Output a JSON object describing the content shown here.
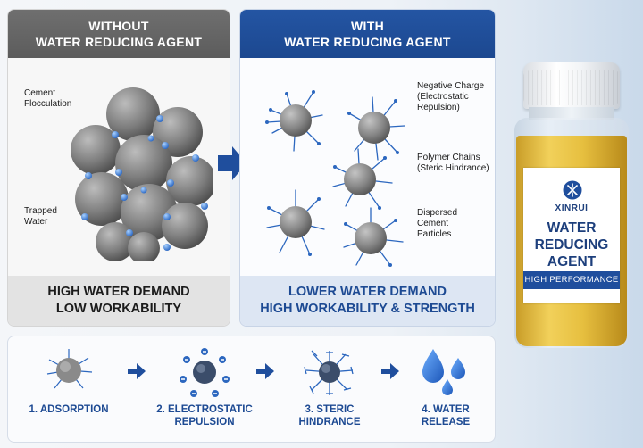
{
  "left_panel": {
    "header_line1": "WITHOUT",
    "header_line2": "WATER REDUCING AGENT",
    "anno_flocculation_1": "Cement",
    "anno_flocculation_2": "Flocculation",
    "anno_water_1": "Trapped",
    "anno_water_2": "Water",
    "footer_line1": "HIGH WATER DEMAND",
    "footer_line2": "LOW WORKABILITY"
  },
  "right_panel": {
    "header_line1": "WITH",
    "header_line2": "WATER REDUCING AGENT",
    "anno_charge_1": "Negative Charge",
    "anno_charge_2": "(Electrostatic",
    "anno_charge_3": "Repulsion)",
    "anno_polymer_1": "Polymer Chains",
    "anno_polymer_2": "(Steric Hindrance)",
    "anno_dispersed_1": "Dispersed",
    "anno_dispersed_2": "Cement",
    "anno_dispersed_3": "Particles",
    "footer_line1": "LOWER WATER DEMAND",
    "footer_line2": "HIGH WORKABILITY & STRENGTH"
  },
  "steps": [
    {
      "label_line1": "1. ADSORPTION",
      "label_line2": ""
    },
    {
      "label_line1": "2. ELECTROSTATIC",
      "label_line2": "REPULSION"
    },
    {
      "label_line1": "3. STERIC",
      "label_line2": "HINDRANCE"
    },
    {
      "label_line1": "4. WATER",
      "label_line2": "RELEASE"
    }
  ],
  "bottle": {
    "brand": "XINRUI",
    "product_line1": "WATER",
    "product_line2": "REDUCING",
    "product_line3": "AGENT",
    "tagline": "HIGH PERFORMANCE"
  },
  "colors": {
    "accent_blue": "#1d4a93",
    "header_gray": "#666666",
    "liquid_amber": "#e7bd36"
  }
}
